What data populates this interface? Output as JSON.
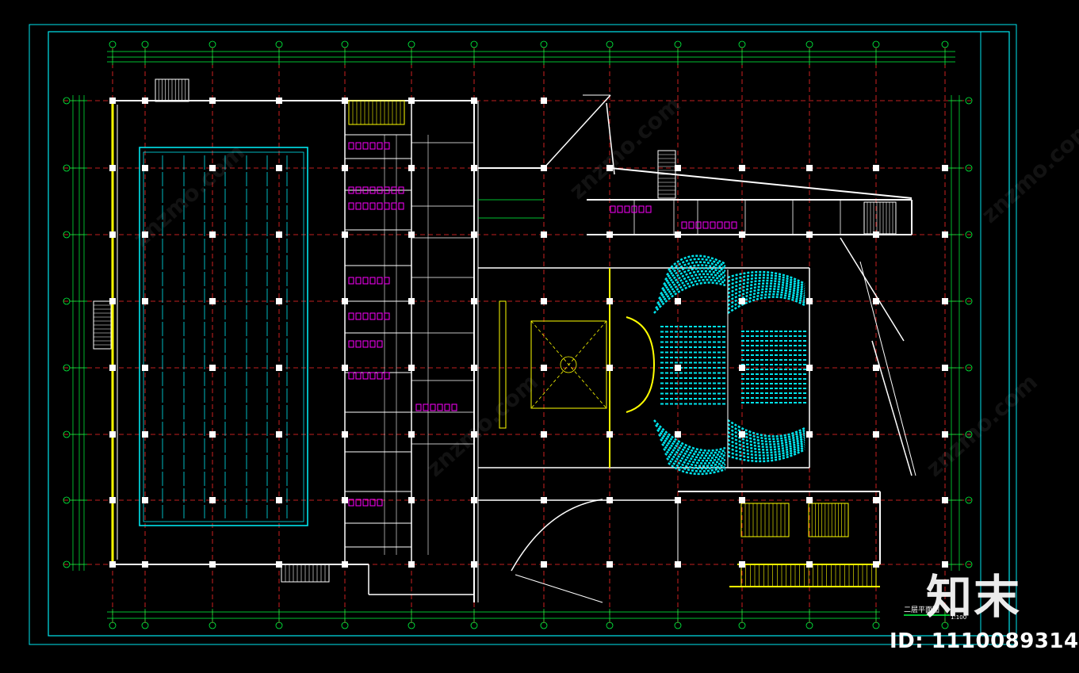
{
  "drawing": {
    "title": "二层平面图",
    "scale": "1:100"
  },
  "branding": {
    "logo_text": "知末",
    "id_label": "ID: 1110089314",
    "watermark": "znzmo.com"
  },
  "colors": {
    "background": "#000000",
    "frame": "#00e5ee",
    "grid_red": "#ff2a2a",
    "dimension_green": "#00ff40",
    "wall_white": "#ffffff",
    "wall_yellow": "#ffff00",
    "seating_cyan": "#00e5ee",
    "fixture_magenta": "#ff00ff"
  }
}
